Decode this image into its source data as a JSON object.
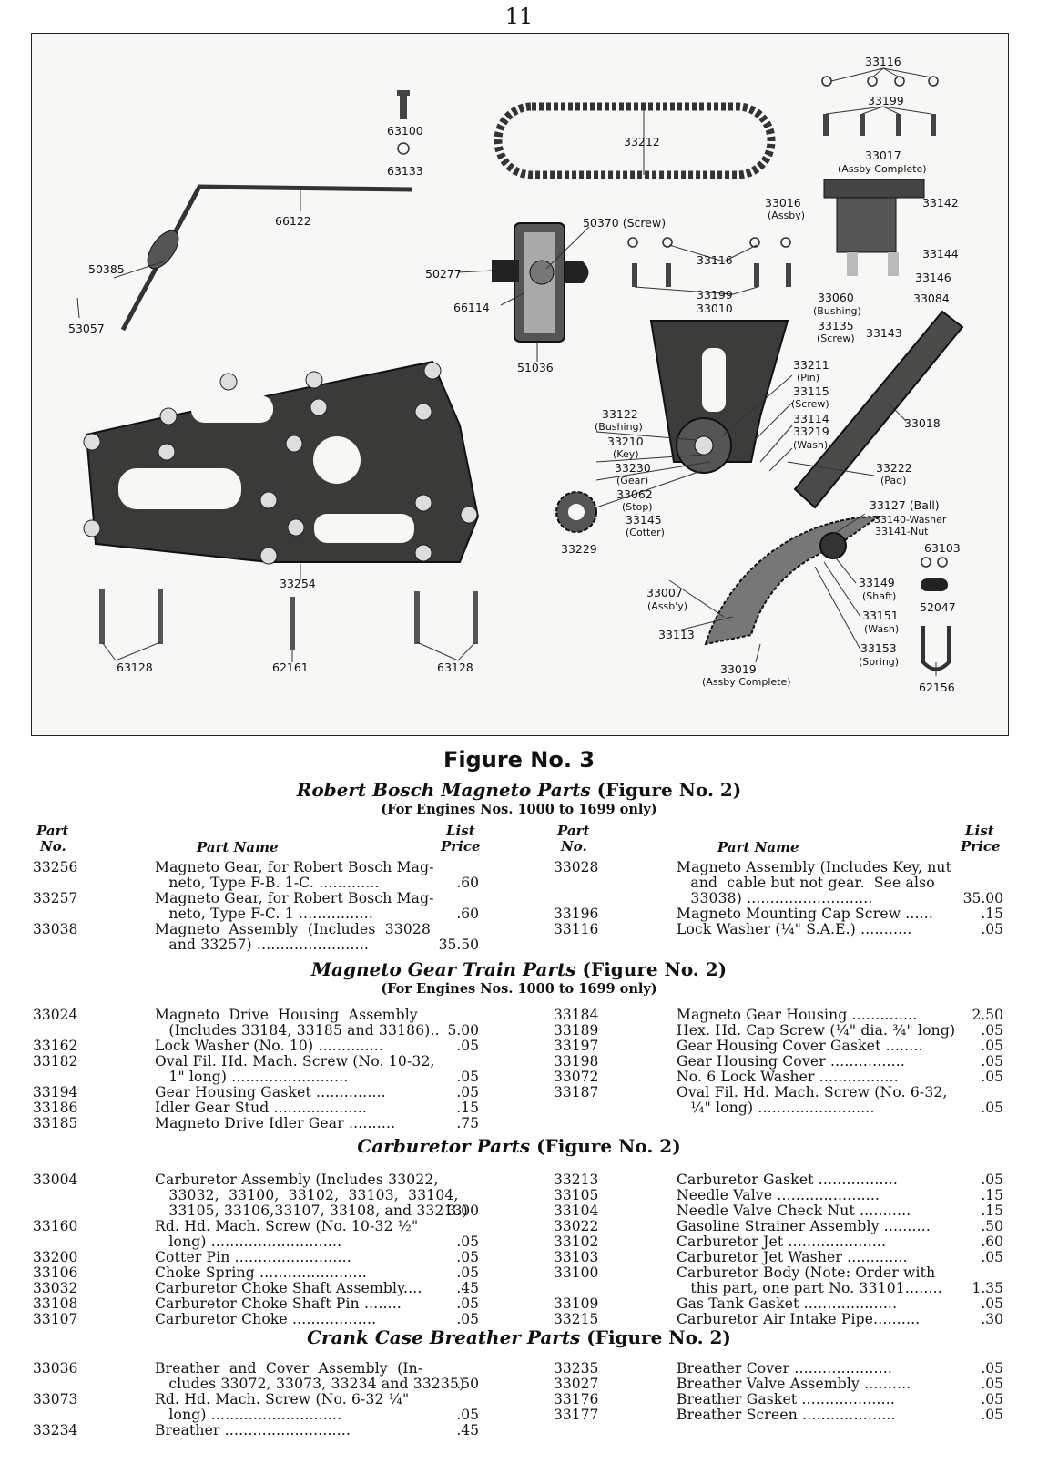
{
  "page_number": "11",
  "figure": {
    "caption": "Figure No. 3",
    "callouts": [
      {
        "id": "c1",
        "text": "33116"
      },
      {
        "id": "c2",
        "text": "33199"
      },
      {
        "id": "c3",
        "text": "33017"
      },
      {
        "id": "c4",
        "text": "(Assby Complete)"
      },
      {
        "id": "c5",
        "text": "63100"
      },
      {
        "id": "c6",
        "text": "63133"
      },
      {
        "id": "c7",
        "text": "33212"
      },
      {
        "id": "c8",
        "text": "66122"
      },
      {
        "id": "c9",
        "text": "33016"
      },
      {
        "id": "c10",
        "text": "(Assby)"
      },
      {
        "id": "c11",
        "text": "33142"
      },
      {
        "id": "c12",
        "text": "50370 (Screw)"
      },
      {
        "id": "c13",
        "text": "33116"
      },
      {
        "id": "c14",
        "text": "33144"
      },
      {
        "id": "c15",
        "text": "50385"
      },
      {
        "id": "c16",
        "text": "50277"
      },
      {
        "id": "c17",
        "text": "33146"
      },
      {
        "id": "c18",
        "text": "33199"
      },
      {
        "id": "c19",
        "text": "33060"
      },
      {
        "id": "c20",
        "text": "33084"
      },
      {
        "id": "c21",
        "text": "53057"
      },
      {
        "id": "c22",
        "text": "66114"
      },
      {
        "id": "c23",
        "text": "33010"
      },
      {
        "id": "c24",
        "text": "(Bushing)"
      },
      {
        "id": "c25",
        "text": "33135"
      },
      {
        "id": "c26",
        "text": "(Screw)"
      },
      {
        "id": "c27",
        "text": "33143"
      },
      {
        "id": "c28",
        "text": "51036"
      },
      {
        "id": "c29",
        "text": "33211"
      },
      {
        "id": "c30",
        "text": "(Pin)"
      },
      {
        "id": "c31",
        "text": "33115"
      },
      {
        "id": "c32",
        "text": "(Screw)"
      },
      {
        "id": "c33",
        "text": "33122"
      },
      {
        "id": "c34",
        "text": "33114"
      },
      {
        "id": "c35",
        "text": "(Bushing)"
      },
      {
        "id": "c36",
        "text": "33219"
      },
      {
        "id": "c37",
        "text": "33018"
      },
      {
        "id": "c38",
        "text": "33210"
      },
      {
        "id": "c39",
        "text": "(Wash)"
      },
      {
        "id": "c40",
        "text": "(Key)"
      },
      {
        "id": "c41",
        "text": "33230"
      },
      {
        "id": "c42",
        "text": "33222"
      },
      {
        "id": "c43",
        "text": "(Gear)"
      },
      {
        "id": "c44",
        "text": "(Pad)"
      },
      {
        "id": "c45",
        "text": "33062"
      },
      {
        "id": "c46",
        "text": "(Stop)"
      },
      {
        "id": "c47",
        "text": "33127 (Ball)"
      },
      {
        "id": "c48",
        "text": "33145"
      },
      {
        "id": "c49",
        "text": "33140-Washer"
      },
      {
        "id": "c50",
        "text": "(Cotter)"
      },
      {
        "id": "c51",
        "text": "33141-Nut"
      },
      {
        "id": "c52",
        "text": "33229"
      },
      {
        "id": "c53",
        "text": "63103"
      },
      {
        "id": "c54",
        "text": "33254"
      },
      {
        "id": "c55",
        "text": "33149"
      },
      {
        "id": "c56",
        "text": "33007"
      },
      {
        "id": "c57",
        "text": "(Shaft)"
      },
      {
        "id": "c58",
        "text": "52047"
      },
      {
        "id": "c59",
        "text": "(Assb'y)"
      },
      {
        "id": "c60",
        "text": "33151"
      },
      {
        "id": "c61",
        "text": "33113"
      },
      {
        "id": "c62",
        "text": "(Wash)"
      },
      {
        "id": "c63",
        "text": "63128"
      },
      {
        "id": "c64",
        "text": "62161"
      },
      {
        "id": "c65",
        "text": "63128"
      },
      {
        "id": "c66",
        "text": "33153"
      },
      {
        "id": "c67",
        "text": "(Spring)"
      },
      {
        "id": "c68",
        "text": "33019"
      },
      {
        "id": "c69",
        "text": "(Assby Complete)"
      },
      {
        "id": "c70",
        "text": "62156"
      }
    ]
  },
  "headers": {
    "part": "Part",
    "no": "No.",
    "part_name": "Part Name",
    "list": "List",
    "price": "Price"
  },
  "sections": [
    {
      "title_italic": "Robert Bosch Magneto Parts",
      "title_plain": "(Figure No. 2)",
      "subtitle": "(For Engines Nos. 1000 to 1699 only)",
      "left_rows": [
        {
          "no": "33256",
          "name": "Magneto Gear, for Robert Bosch Mag-",
          "price": ""
        },
        {
          "no": "",
          "name": "   neto, Type F-B. 1-C. .............",
          "price": ".60"
        },
        {
          "no": "33257",
          "name": "Magneto Gear, for Robert Bosch Mag-",
          "price": ""
        },
        {
          "no": "",
          "name": "   neto, Type F-C. 1 ................",
          "price": ".60"
        },
        {
          "no": "33038",
          "name": "Magneto  Assembly  (Includes  33028",
          "price": ""
        },
        {
          "no": "",
          "name": "   and 33257) ........................",
          "price": "35.50"
        }
      ],
      "right_rows": [
        {
          "no": "33028",
          "name": "Magneto Assembly (Includes Key, nut",
          "price": ""
        },
        {
          "no": "",
          "name": "   and  cable but not gear.  See also",
          "price": ""
        },
        {
          "no": "",
          "name": "   33038) ...........................",
          "price": "35.00"
        },
        {
          "no": "33196",
          "name": "Magneto Mounting Cap Screw ......",
          "price": ".15"
        },
        {
          "no": "33116",
          "name": "Lock Washer (¼\" S.A.E.) ...........",
          "price": ".05"
        }
      ]
    },
    {
      "title_italic": "Magneto Gear Train Parts",
      "title_plain": "(Figure No. 2)",
      "subtitle": "(For Engines Nos. 1000 to 1699 only)",
      "left_rows": [
        {
          "no": "33024",
          "name": "Magneto  Drive  Housing  Assembly",
          "price": ""
        },
        {
          "no": "",
          "name": "   (Includes 33184, 33185 and 33186)..",
          "price": "5.00"
        },
        {
          "no": "33162",
          "name": "Lock Washer (No. 10) ..............",
          "price": ".05"
        },
        {
          "no": "33182",
          "name": "Oval Fil. Hd. Mach. Screw (No. 10-32,",
          "price": ""
        },
        {
          "no": "",
          "name": "   1\" long) .........................",
          "price": ".05"
        },
        {
          "no": "33194",
          "name": "Gear Housing Gasket ...............",
          "price": ".05"
        },
        {
          "no": "33186",
          "name": "Idler Gear Stud ....................",
          "price": ".15"
        },
        {
          "no": "33185",
          "name": "Magneto Drive Idler Gear ..........",
          "price": ".75"
        }
      ],
      "right_rows": [
        {
          "no": "33184",
          "name": "Magneto Gear Housing ..............",
          "price": "2.50"
        },
        {
          "no": "33189",
          "name": "Hex. Hd. Cap Screw (¼\" dia. ¾\" long)",
          "price": ".05"
        },
        {
          "no": "33197",
          "name": "Gear Housing Cover Gasket ........",
          "price": ".05"
        },
        {
          "no": "33198",
          "name": "Gear Housing Cover ................",
          "price": ".05"
        },
        {
          "no": "33072",
          "name": "No. 6 Lock Washer .................",
          "price": ".05"
        },
        {
          "no": "33187",
          "name": "Oval Fil. Hd. Mach. Screw (No. 6-32,",
          "price": ""
        },
        {
          "no": "",
          "name": "   ¼\" long) .........................",
          "price": ".05"
        }
      ]
    },
    {
      "title_italic": "Carburetor  Parts",
      "title_plain": "(Figure No. 2)",
      "subtitle": "",
      "left_rows": [
        {
          "no": "33004",
          "name": "Carburetor Assembly (Includes 33022,",
          "price": ""
        },
        {
          "no": "",
          "name": "   33032,  33100,  33102,  33103,  33104,",
          "price": ""
        },
        {
          "no": "",
          "name": "   33105, 33106,33107, 33108, and 33213)",
          "price": "3.00"
        },
        {
          "no": "33160",
          "name": "Rd. Hd. Mach. Screw (No. 10-32 ½\"",
          "price": ""
        },
        {
          "no": "",
          "name": "   long) ............................",
          "price": ".05"
        },
        {
          "no": "33200",
          "name": "Cotter Pin .........................",
          "price": ".05"
        },
        {
          "no": "33106",
          "name": "Choke Spring .......................",
          "price": ".05"
        },
        {
          "no": "33032",
          "name": "Carburetor Choke Shaft Assembly....",
          "price": ".45"
        },
        {
          "no": "33108",
          "name": "Carburetor Choke Shaft Pin ........",
          "price": ".05"
        },
        {
          "no": "33107",
          "name": "Carburetor Choke ..................",
          "price": ".05"
        }
      ],
      "right_rows": [
        {
          "no": "33213",
          "name": "Carburetor Gasket .................",
          "price": ".05"
        },
        {
          "no": "33105",
          "name": "Needle Valve ......................",
          "price": ".15"
        },
        {
          "no": "33104",
          "name": "Needle Valve Check Nut ...........",
          "price": ".15"
        },
        {
          "no": "33022",
          "name": "Gasoline Strainer Assembly ..........",
          "price": ".50"
        },
        {
          "no": "33102",
          "name": "Carburetor Jet .....................",
          "price": ".60"
        },
        {
          "no": "33103",
          "name": "Carburetor Jet Washer .............",
          "price": ".05"
        },
        {
          "no": "33100",
          "name": "Carburetor Body (Note: Order with",
          "price": ""
        },
        {
          "no": "",
          "name": "   this part, one part No. 33101........",
          "price": "1.35"
        },
        {
          "no": "33109",
          "name": "Gas Tank Gasket ....................",
          "price": ".05"
        },
        {
          "no": "33215",
          "name": "Carburetor Air Intake Pipe..........",
          "price": ".30"
        }
      ]
    },
    {
      "title_italic": "Crank Case Breather Parts",
      "title_plain": "(Figure No. 2)",
      "subtitle": "",
      "left_rows": [
        {
          "no": "33036",
          "name": "Breather  and  Cover  Assembly  (In-",
          "price": ""
        },
        {
          "no": "",
          "name": "   cludes 33072, 33073, 33234 and 33235)",
          "price": ".50"
        },
        {
          "no": "33073",
          "name": "Rd. Hd. Mach. Screw (No. 6-32 ¼\"",
          "price": ""
        },
        {
          "no": "",
          "name": "   long) ............................",
          "price": ".05"
        },
        {
          "no": "33234",
          "name": "Breather ...........................",
          "price": ".45"
        }
      ],
      "right_rows": [
        {
          "no": "33235",
          "name": "Breather Cover .....................",
          "price": ".05"
        },
        {
          "no": "33027",
          "name": "Breather Valve Assembly ..........",
          "price": ".05"
        },
        {
          "no": "33176",
          "name": "Breather Gasket ....................",
          "price": ".05"
        },
        {
          "no": "33177",
          "name": "Breather Screen ....................",
          "price": ".05"
        }
      ]
    }
  ]
}
